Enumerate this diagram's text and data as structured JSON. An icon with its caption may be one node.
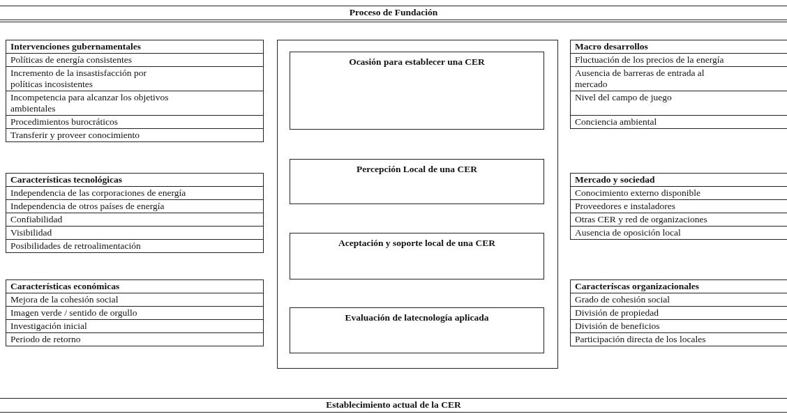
{
  "diagram": {
    "nodes": [
      {
        "text": [
          "Proceso de Fundación"
        ]
      },
      {
        "text": [
          "Intervenciones gubernamentales",
          "Políticas de energía consistentes",
          "Incremento de la insastisfacción por políticas incosistentes",
          "Incompetencia para alcanzar los objetivos ambientales",
          "Procedimientos burocráticos",
          "Transferir y proveer conocimiento"
        ]
      },
      {
        "text": [
          "Características tecnológicas",
          "Independencia de las corporaciones de energía",
          "Independencia de otros países de energía",
          "Confiabilidad",
          "Visibilidad",
          "Posibilidades de retroalimentación"
        ]
      },
      {
        "text": [
          "Características económicas",
          "Mejora de la cohesión social",
          "Imagen verde / sentido de orgullo",
          "Investigación inicial",
          "Periodo de retorno"
        ]
      },
      {
        "text": [],
        "shape": "box"
      },
      {
        "text": [
          "Ocasión para establecer una CER"
        ],
        "in": 4
      },
      {
        "text": [
          "Percepción Local de una CER"
        ],
        "in": 4
      },
      {
        "text": [
          "Aceptación y soporte local de una CER"
        ],
        "in": 4
      },
      {
        "text": [
          "Evaluación de latecnología aplicada"
        ],
        "in": 4
      },
      {
        "text": [
          "Macro desarrollos",
          "Fluctuación de los precios de la energía",
          "Ausencia de barreras de entrada al mercado",
          "Nivel del campo de juego",
          "Conciencia ambiental"
        ]
      },
      {
        "text": [
          "Mercado y sociedad",
          "Conocimiento externo disponible",
          "Proveedores e instaladores",
          "Otras CER y red de organizaciones",
          "Ausencia de oposición local"
        ]
      },
      {
        "text": [
          "Caracteríscas organizacionales",
          "Grado de cohesión social",
          "División de propiedad",
          "División de beneficios",
          "Participación directa de los locales"
        ]
      },
      {
        "text": [
          "Establecimiento actual de la CER"
        ]
      }
    ]
  }
}
